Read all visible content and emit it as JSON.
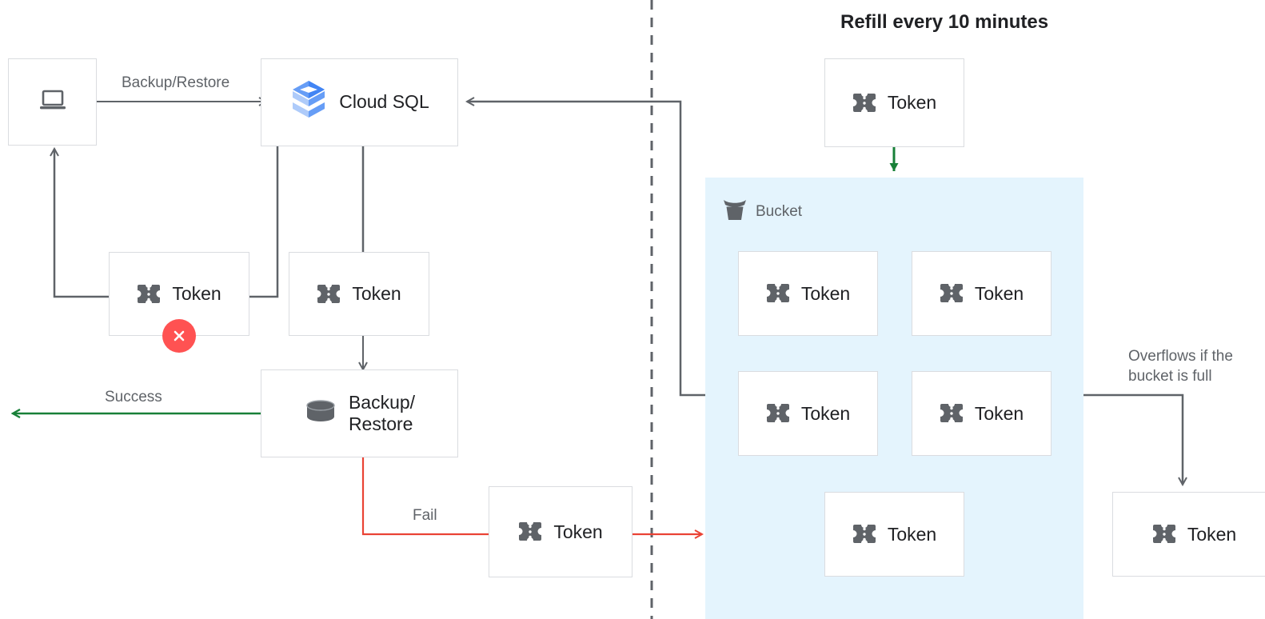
{
  "headline": {
    "text": "Refill every 10 minutes"
  },
  "colors": {
    "arrow_default": "#5f6368",
    "arrow_success": "#188038",
    "arrow_fail": "#ea4335",
    "arrow_refill": "#188038",
    "bucket_fill": "#e4f4fd",
    "node_border": "#dadce0",
    "error_badge": "#ff5252",
    "icon_gray": "#5f6368",
    "text_primary": "#202124",
    "text_secondary": "#5f6368",
    "cloudsql_blue_dark": "#4285f4",
    "cloudsql_blue_mid": "#669df6",
    "cloudsql_blue_light": "#aecbfa"
  },
  "nodes": {
    "client": {
      "label": "",
      "icon": "laptop-icon"
    },
    "cloud_sql": {
      "label": "Cloud SQL",
      "icon": "cloud-sql-icon"
    },
    "token_client": {
      "label": "Token",
      "icon": "token-icon",
      "badge": "error-x-badge"
    },
    "token_quota": {
      "label": "Token",
      "icon": "token-icon"
    },
    "backup_restore": {
      "label": "Backup/\nRestore",
      "icon": "database-icon"
    },
    "token_fail": {
      "label": "Token",
      "icon": "token-icon"
    },
    "token_refill": {
      "label": "Token",
      "icon": "token-icon"
    },
    "token_overflow": {
      "label": "Token",
      "icon": "token-icon"
    },
    "bucket": {
      "label": "Bucket",
      "icon": "bucket-icon"
    },
    "bucket_tokens": [
      {
        "label": "Token",
        "icon": "token-icon"
      },
      {
        "label": "Token",
        "icon": "token-icon"
      },
      {
        "label": "Token",
        "icon": "token-icon"
      },
      {
        "label": "Token",
        "icon": "token-icon"
      },
      {
        "label": "Token",
        "icon": "token-icon"
      }
    ]
  },
  "captions": {
    "backup_restore": "Backup/Restore",
    "success": "Success",
    "fail": "Fail",
    "overflow": "Overflows if the\nbucket is full"
  }
}
